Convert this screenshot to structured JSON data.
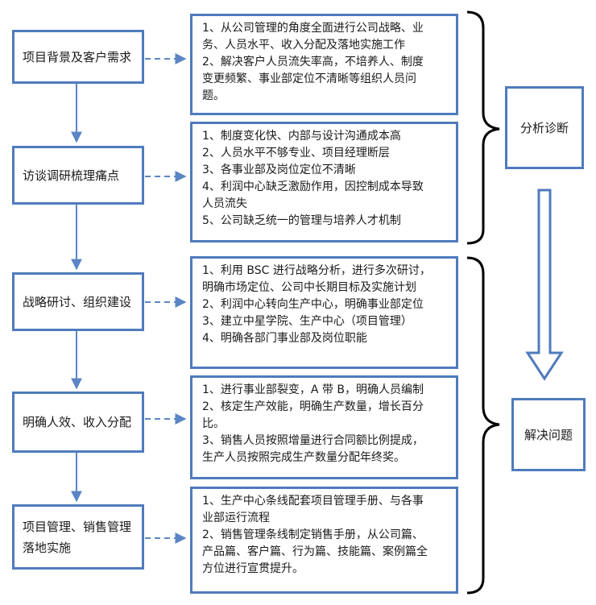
{
  "steps": [
    {
      "label": "项目背景及客户需求"
    },
    {
      "label": "访谈调研梳理痛点"
    },
    {
      "label": "战略研讨、组织建设"
    },
    {
      "label": "明确人效、收入分配"
    },
    {
      "label": "项目管理、销售管理落地实施"
    }
  ],
  "details": [
    [
      "1、从公司管理的角度全面进行公司战略、业",
      "务、人员水平、收入分配及落地实施工作",
      "2、解决客户人员流失率高，不培养人、制度",
      "变更频繁、事业部定位不清晰等组织人员问",
      "题。"
    ],
    [
      "1、制度变化快、内部与设计沟通成本高",
      "2、人员水平不够专业、项目经理断层",
      "3、各事业部及岗位定位不清晰",
      "4、利润中心缺乏激励作用，因控制成本导致",
      "人员流失",
      "5、公司缺乏统一的管理与培养人才机制"
    ],
    [
      "1、利用 BSC 进行战略分析，进行多次研讨，",
      "明确市场定位、公司中长期目标及实施计划",
      "2、利润中心转向生产中心，明确事业部定位",
      "3、建立中星学院、生产中心（项目管理）",
      "4、明确各部门事业部及岗位职能"
    ],
    [
      "1、进行事业部裂变，A 带 B，明确人员编制",
      "2、核定生产效能，明确生产数量，增长百分",
      "比。",
      "3、销售人员按照增量进行合同额比例提成，",
      "生产人员按照完成生产数量分配年终奖。"
    ],
    [
      "1、生产中心条线配套项目管理手册、与各事",
      "业部运行流程",
      "2、销售管理条线制定销售手册，从公司篇、",
      "产品篇、客户篇、行为篇、技能篇、案例篇全",
      "方位进行宣贯提升。"
    ]
  ],
  "categories": {
    "analysis": "分析诊断",
    "solution": "解决问题"
  },
  "colors": {
    "box_border": "#4f7bbd",
    "arrow": "#5b86c5",
    "bracket": "#000000"
  }
}
